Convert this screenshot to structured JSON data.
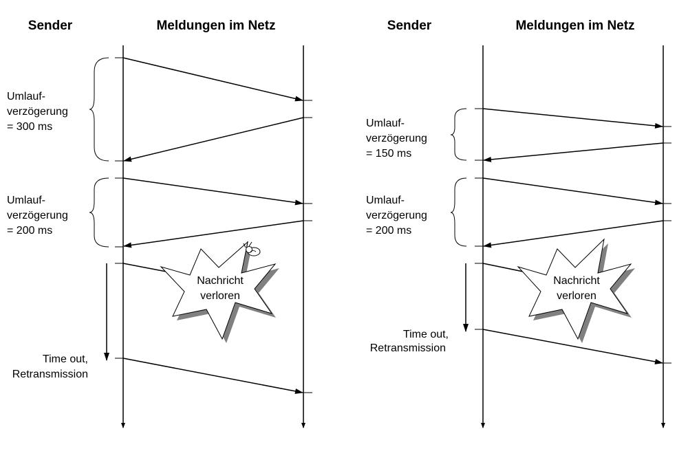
{
  "headers": {
    "left_sender": "Sender",
    "left_network": "Meldungen im Netz",
    "right_sender": "Sender",
    "right_network": "Meldungen im Netz"
  },
  "left": {
    "rtt1": {
      "line1": "Umlauf-",
      "line2": "verzögerung",
      "line3": "= 300 ms"
    },
    "rtt2": {
      "line1": "Umlauf-",
      "line2": "verzögerung",
      "line3": "= 200 ms"
    },
    "loss": {
      "line1": "Nachricht",
      "line2": "verloren"
    },
    "timeout": {
      "line1": "Time out,",
      "line2": "Retransmission"
    }
  },
  "right": {
    "rtt1": {
      "line1": "Umlauf-",
      "line2": "verzögerung",
      "line3": "= 150 ms"
    },
    "rtt2": {
      "line1": "Umlauf-",
      "line2": "verzögerung",
      "line3": "= 200 ms"
    },
    "loss": {
      "line1": "Nachricht",
      "line2": "verloren"
    },
    "timeout": {
      "line1": "Time out,",
      "line2": "Retransmission"
    }
  },
  "colors": {
    "line": "#000000",
    "shadow": "#808080",
    "background": "#ffffff"
  },
  "icons": {
    "bomb": "bomb-icon"
  }
}
